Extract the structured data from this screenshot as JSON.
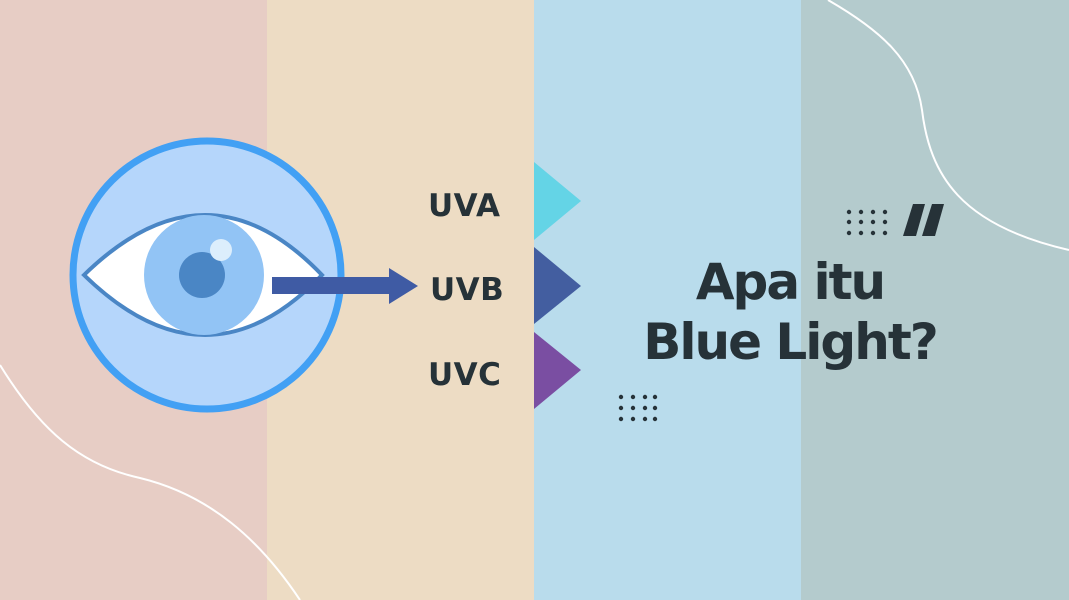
{
  "background": {
    "stripes": [
      "#e7cdc5",
      "#eddcc4",
      "#b9dcec",
      "#b4cbcd"
    ]
  },
  "illustration": {
    "icon": "eye-icon",
    "arrow": "arrow-right-icon",
    "colors": {
      "ring": "#42a0f4",
      "ring_fill": "#b5d6fb",
      "iris": "#92c4f5",
      "pupil": "#4a86c5",
      "outline": "#4a86c5",
      "arrow": "#3f5ba4"
    }
  },
  "rays": [
    {
      "label": "UVA",
      "color": "#64d4e6",
      "icon": "triangle-right-icon"
    },
    {
      "label": "UVB",
      "color": "#435ea0",
      "icon": "triangle-right-icon"
    },
    {
      "label": "UVC",
      "color": "#7a4ea2",
      "icon": "triangle-right-icon"
    }
  ],
  "title": {
    "line1": "Apa itu",
    "line2": "Blue Light?"
  },
  "decor": {
    "slash_mark": "//",
    "text_color": "#263238"
  }
}
